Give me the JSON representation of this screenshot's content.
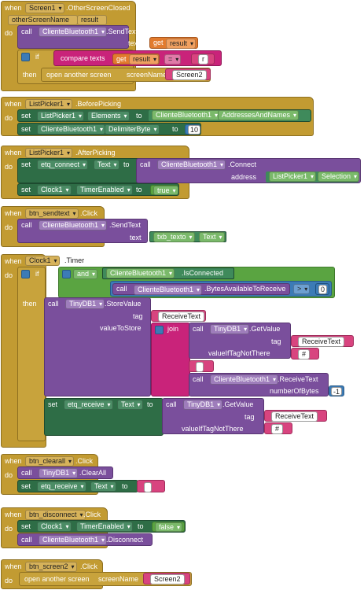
{
  "kw": {
    "when": "when",
    "do": "do",
    "call": "call",
    "set": "set",
    "to": "to",
    "get": "get",
    "if": "if",
    "then": "then",
    "and": "and",
    "join": "join",
    "open_screen": "open another screen",
    "screen_name": "screenName",
    "compare": "compare texts",
    "eq": "=",
    "gt": ">"
  },
  "params": {
    "text": "text",
    "address": "address",
    "tag": "tag",
    "value_to_store": "valueToStore",
    "value_if_not": "valueIfTagNotThere",
    "number_of_bytes": "numberOfBytes"
  },
  "components": {
    "screen1": "Screen1",
    "bt": "ClienteBluetooth1",
    "listpicker": "ListPicker1",
    "clock": "Clock1",
    "tinydb": "TinyDB1",
    "etq_connect": "etq_connect",
    "etq_receive": "etq_receive",
    "btn_sendtext": "btn_sendtext",
    "btn_clearall": "btn_clearall",
    "btn_disconnect": "btn_disconnect",
    "btn_screen2": "btn_screen2",
    "txb_texto": "txb_texto"
  },
  "events": {
    "other_screen_closed": ".OtherScreenClosed",
    "before_picking": ".BeforePicking",
    "after_picking": ".AfterPicking",
    "click": ".Click",
    "timer": ".Timer"
  },
  "methods": {
    "send_text": ".SendText",
    "connect": ".Connect",
    "is_connected": ".IsConnected",
    "bytes_available": ".BytesAvailableToReceive",
    "store_value": ".StoreValue",
    "get_value": ".GetValue",
    "receive_text": ".ReceiveText",
    "clear_all": ".ClearAll",
    "disconnect": ".Disconnect"
  },
  "props": {
    "elements": "Elements",
    "addresses_and_names": "AddressesAndNames",
    "delimiter_byte": "DelimiterByte",
    "text": "Text",
    "timer_enabled": "TimerEnabled",
    "selection": "Selection"
  },
  "vars": {
    "other_screen_name": "otherScreenName",
    "result": "result"
  },
  "values": {
    "r": "r",
    "screen2": "Screen2",
    "ten": "10",
    "true": "true",
    "false": "false",
    "zero": "0",
    "minus_one": "-1",
    "receive_text_tag": "ReceiveText",
    "hash": "#",
    "empty": " "
  },
  "colors": {
    "event": "#c29b32",
    "procedure": "#7a4f9c",
    "setter": "#2e6d46",
    "logic": "#5aa441",
    "text": "#c9237a",
    "variable": "#e27b2e",
    "math": "#3c7bb6"
  }
}
